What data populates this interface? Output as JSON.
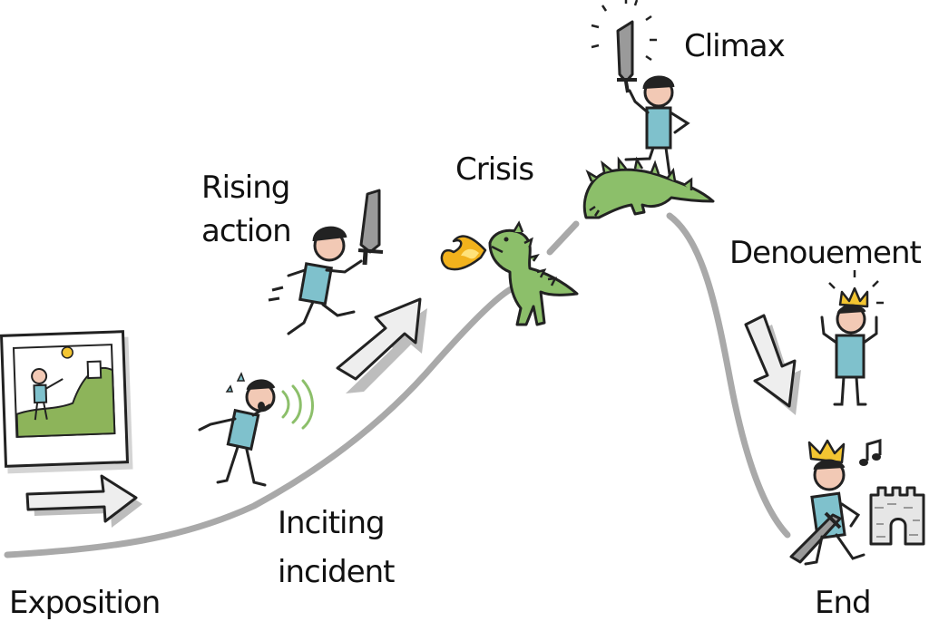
{
  "labels": {
    "exposition": "Exposition",
    "inciting_1": "Inciting",
    "inciting_2": "incident",
    "rising_1": "Rising",
    "rising_2": "action",
    "crisis": "Crisis",
    "climax": "Climax",
    "denouement": "Denouement",
    "end": "End"
  },
  "colors": {
    "curve": "#a9a9a9",
    "skin": "#f2c9b5",
    "shirt": "#7fc1cc",
    "dragon": "#8cbf6a",
    "crown": "#f3c531",
    "fire": "#f2b21c",
    "hill": "#8db45a",
    "arrow": "#e6e6e6"
  },
  "icons": [
    "framed-picture-icon",
    "right-arrow-icon",
    "scared-hero-icon",
    "running-hero-icon",
    "up-right-arrow-icon",
    "dragon-icon",
    "fire-icon",
    "victorious-hero-icon",
    "slain-dragon-icon",
    "crowned-hero-icon",
    "down-arrow-icon",
    "singing-king-icon",
    "castle-icon",
    "music-note-icon"
  ]
}
